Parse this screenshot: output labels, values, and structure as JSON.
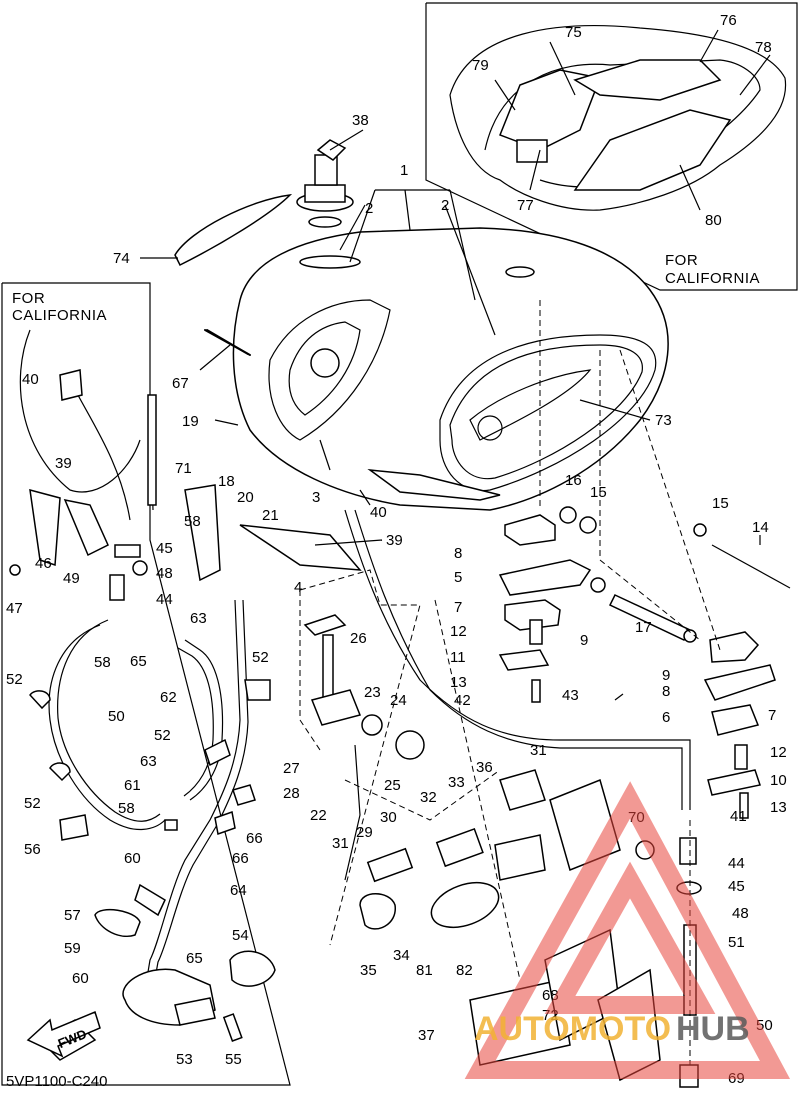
{
  "callouts": [
    "1",
    "2",
    "2",
    "3",
    "4",
    "5",
    "6",
    "7",
    "7",
    "8",
    "8",
    "9",
    "9",
    "10",
    "11",
    "12",
    "12",
    "13",
    "13",
    "14",
    "15",
    "15",
    "16",
    "17",
    "18",
    "19",
    "20",
    "21",
    "22",
    "23",
    "24",
    "25",
    "26",
    "27",
    "28",
    "29",
    "30",
    "31",
    "31",
    "32",
    "33",
    "34",
    "35",
    "36",
    "37",
    "38",
    "39",
    "39",
    "40",
    "40",
    "41",
    "42",
    "43",
    "44",
    "44",
    "45",
    "45",
    "46",
    "47",
    "48",
    "48",
    "49",
    "50",
    "50",
    "51",
    "52",
    "52",
    "52",
    "52",
    "53",
    "54",
    "55",
    "56",
    "57",
    "58",
    "58",
    "58",
    "59",
    "60",
    "60",
    "61",
    "62",
    "63",
    "63",
    "64",
    "65",
    "65",
    "66",
    "66",
    "67",
    "68",
    "69",
    "70",
    "71",
    "72",
    "73",
    "74",
    "75",
    "76",
    "77",
    "78",
    "79",
    "80",
    "81",
    "82"
  ],
  "insets": {
    "top_right": [
      "FOR",
      "CALIFORNIA"
    ],
    "left": [
      "FOR",
      "CALIFORNIA"
    ]
  },
  "fwd_label": "FWD",
  "drawing_code": "5VP1100-C240",
  "watermark": {
    "brand_a": "AUTOMOTO",
    "brand_b": "HUB",
    "color_a": "#f2b233",
    "color_b": "#5a5a5a",
    "logo_color": "#e8453c"
  }
}
